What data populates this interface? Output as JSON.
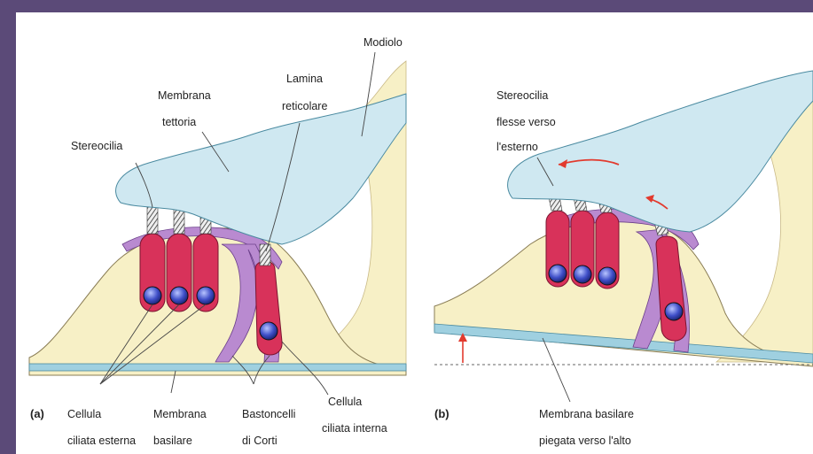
{
  "panel_a": {
    "tag": "(a)",
    "labels": {
      "stereocilia": "Stereocilia",
      "tectorial_1": "Membrana",
      "tectorial_2": "tettoria",
      "lamina_1": "Lamina",
      "lamina_2": "reticolare",
      "modiolus": "Modiolo",
      "outer_hair_1": "Cellula",
      "outer_hair_2": "ciliata esterna",
      "basilar_1": "Membrana",
      "basilar_2": "basilare",
      "rods_1": "Bastoncelli",
      "rods_2": "di Corti",
      "inner_hair_1": "Cellula",
      "inner_hair_2": "ciliata interna"
    }
  },
  "panel_b": {
    "tag": "(b)",
    "labels": {
      "stereo_1": "Stereocilia",
      "stereo_2": "flesse verso",
      "stereo_3": "l'esterno",
      "basilar_1": "Membrana basilare",
      "basilar_2": "piegata verso l'alto"
    }
  },
  "colors": {
    "background": "#5b4a78",
    "tissue": "#f7f0c6",
    "tectorial": "#cfe8f1",
    "hair_cell": "#d8325a",
    "support": "#b98ad0",
    "basilar": "#9fd0e0",
    "nucleus": "#3f4fc8",
    "arrow": "#e23a2e"
  }
}
